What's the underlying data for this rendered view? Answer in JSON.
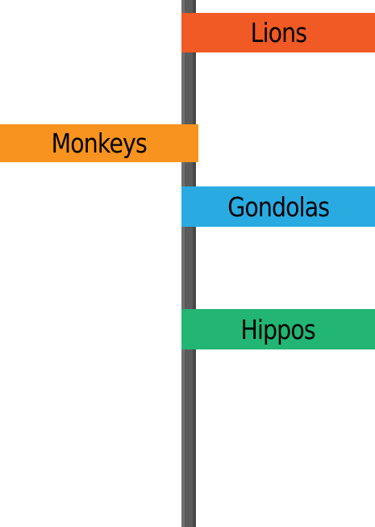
{
  "signpost": {
    "pole_color": "#5b5b5b",
    "signs": [
      {
        "label": "Lions",
        "color": "#f15a24"
      },
      {
        "label": "Monkeys",
        "color": "#f7931e"
      },
      {
        "label": "Gondolas",
        "color": "#29abe2"
      },
      {
        "label": "Hippos",
        "color": "#22b573"
      }
    ]
  }
}
